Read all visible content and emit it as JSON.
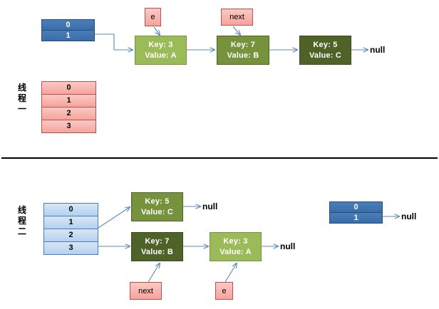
{
  "diagram": {
    "title_concept": "HashMap resize linked-list reversal race condition",
    "divider_color": "#000000",
    "colors": {
      "node_light_green": "#9bbb59",
      "node_mid_green": "#76923c",
      "node_dark_green": "#4f6228",
      "bucket_dark_blue": "#4a7ebb",
      "bucket_light_blue": "#bdd7ee",
      "pointer_pink": "#f5a49c",
      "arrow_blue": "#5b8db8"
    }
  },
  "top": {
    "thread_label": {
      "chars": [
        "线",
        "程",
        "一"
      ],
      "text": "线程一"
    },
    "bucket_table": {
      "name": "original-bucket-array",
      "rows": [
        {
          "index": "0"
        },
        {
          "index": "1"
        }
      ]
    },
    "thread_bucket_table": {
      "name": "thread-one-new-array",
      "rows": [
        {
          "index": "0"
        },
        {
          "index": "1"
        },
        {
          "index": "2"
        },
        {
          "index": "3"
        }
      ]
    },
    "pointers": [
      {
        "id": "e",
        "label": "e"
      },
      {
        "id": "next",
        "label": "next"
      }
    ],
    "nodes": [
      {
        "id": "n3",
        "key_line": "Key: 3",
        "value_line": "Value: A",
        "shade": "green-light"
      },
      {
        "id": "n7",
        "key_line": "Key: 7",
        "value_line": "Value: B",
        "shade": "green-mid"
      },
      {
        "id": "n5",
        "key_line": "Key: 5",
        "value_line": "Value: C",
        "shade": "green-dark"
      }
    ],
    "terminator": {
      "label": "null"
    }
  },
  "bottom": {
    "thread_label": {
      "chars": [
        "线",
        "程",
        "二"
      ],
      "text": "线程二"
    },
    "bucket_table": {
      "name": "thread-two-new-array",
      "rows": [
        {
          "index": "0"
        },
        {
          "index": "1"
        },
        {
          "index": "2"
        },
        {
          "index": "3"
        }
      ]
    },
    "right_bucket_table": {
      "name": "original-bucket-array",
      "rows": [
        {
          "index": "0"
        },
        {
          "index": "1"
        }
      ]
    },
    "pointers": [
      {
        "id": "next",
        "label": "next"
      },
      {
        "id": "e",
        "label": "e"
      }
    ],
    "chain_a": {
      "nodes": [
        {
          "id": "n5",
          "key_line": "Key: 5",
          "value_line": "Value: C",
          "shade": "green-mid"
        }
      ],
      "terminator": {
        "label": "null"
      }
    },
    "chain_b": {
      "nodes": [
        {
          "id": "n7",
          "key_line": "Key: 7",
          "value_line": "Value: B",
          "shade": "green-dark"
        },
        {
          "id": "n3",
          "key_line": "Key: 3",
          "value_line": "Value: A",
          "shade": "green-light"
        }
      ],
      "terminator": {
        "label": "null"
      }
    },
    "right_terminator": {
      "label": "null"
    }
  }
}
